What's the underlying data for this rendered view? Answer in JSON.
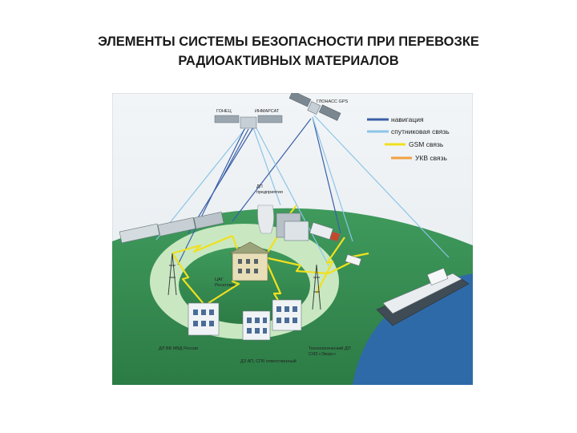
{
  "title": {
    "line1": "ЭЛЕМЕНТЫ СИСТЕМЫ БЕЗОПАСНОСТИ ПРИ ПЕРЕВОЗКЕ",
    "line2": "РАДИОАКТИВНЫХ МАТЕРИАЛОВ"
  },
  "legend": [
    {
      "label": "навигация",
      "color": "#3a5fa8"
    },
    {
      "label": "спутниковая связь",
      "color": "#8cc4e8"
    },
    {
      "label": "GSM связь",
      "color": "#f0e020"
    },
    {
      "label": "УКВ связь",
      "color": "#f0a040"
    }
  ],
  "labels": {
    "satellite_left": "ГОНЕЦ",
    "satellite_mid": "ИНМАРСАТ",
    "satellite_right": "ГЛОНАСС GPS",
    "dp_line1": "ДП",
    "dp_line2": "предприятия",
    "nsc_line1": "ЦАГ",
    "nsc_line2": "Росатома",
    "bottom_left": "ДЛ ВВ МВД России",
    "bottom_mid": "ДЗ АП, СПб ответственный",
    "bottom_right_line1": "Технологический ДП",
    "bottom_right_line2": "СЯЗ «Экорс»"
  }
}
